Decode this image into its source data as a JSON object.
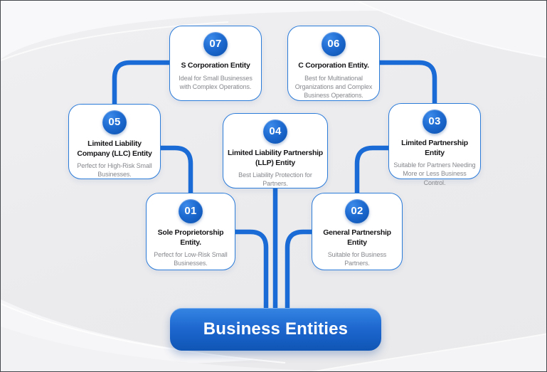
{
  "diagram": {
    "type": "tree",
    "root": {
      "label": "Business Entities"
    },
    "nodes": [
      {
        "id": "01",
        "number": "01",
        "title": "Sole Proprietorship Entity.",
        "description": "Perfect for Low-Risk Small Businesses."
      },
      {
        "id": "02",
        "number": "02",
        "title": "General Partnership Entity",
        "description": "Suitable for Business Partners."
      },
      {
        "id": "03",
        "number": "03",
        "title": "Limited Partnership Entity",
        "description": "Suitable for Partners Needing More or Less Business Control."
      },
      {
        "id": "04",
        "number": "04",
        "title": "Limited Liability Partnership (LLP) Entity",
        "description": "Best Liability Protection for Partners."
      },
      {
        "id": "05",
        "number": "05",
        "title": "Limited Liability Company (LLC) Entity",
        "description": "Perfect for High-Risk Small Businesses."
      },
      {
        "id": "06",
        "number": "06",
        "title": "C Corporation Entity.",
        "description": "Best for Multinational Organizations and Complex Business Operations."
      },
      {
        "id": "07",
        "number": "07",
        "title": "S Corporation Entity",
        "description": "Ideal for Small Businesses with Complex Operations."
      }
    ],
    "edges": [
      [
        "root",
        "01"
      ],
      [
        "root",
        "04"
      ],
      [
        "root",
        "02"
      ],
      [
        "01",
        "05"
      ],
      [
        "05",
        "07"
      ],
      [
        "02",
        "03"
      ],
      [
        "03",
        "06"
      ]
    ],
    "colors": {
      "accent_line": "#1a6bd5",
      "card_border": "#2b7bd9",
      "badge_light": "#3c8ae9",
      "badge_dark": "#0c51ad",
      "pill_top": "#3585e3",
      "pill_bottom": "#0f55b5",
      "title_text": "#17171a",
      "description_text": "#85878c",
      "background": "#ebebed"
    }
  }
}
